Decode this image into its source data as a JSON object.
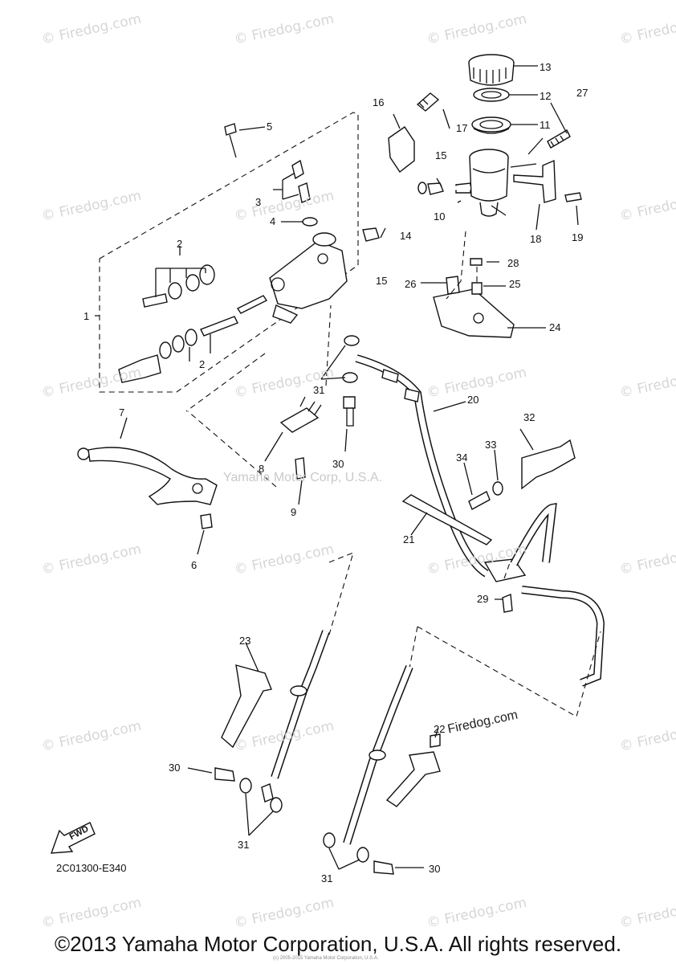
{
  "watermarks": {
    "site": "© Firedog.com",
    "center": "Yamaha Motor Corp, U.S.A.",
    "label_22": "Firedog.com"
  },
  "callouts": {
    "c1": "1",
    "c2a": "2",
    "c2b": "2",
    "c3": "3",
    "c4": "4",
    "c5": "5",
    "c6": "6",
    "c7": "7",
    "c8": "8",
    "c9": "9",
    "c10": "10",
    "c11": "11",
    "c12": "12",
    "c13": "13",
    "c14": "14",
    "c15a": "15",
    "c15b": "15",
    "c16": "16",
    "c17": "17",
    "c18": "18",
    "c19": "19",
    "c20": "20",
    "c21": "21",
    "c22": "22",
    "c23": "23",
    "c24": "24",
    "c25": "25",
    "c26": "26",
    "c27": "27",
    "c28": "28",
    "c29": "29",
    "c30a": "30",
    "c30b": "30",
    "c30c": "30",
    "c31a": "31",
    "c31b": "31",
    "c31c": "31",
    "c32": "32",
    "c33": "33",
    "c34": "34"
  },
  "fwd_label": "FWD",
  "diagram_code": "2C01300-E340",
  "copyright": "©2013 Yamaha Motor Corporation, U.S.A. All rights reserved.",
  "fine_print": "(c) 2005-2015 Yamaha Motor Corporation, U.S.A."
}
